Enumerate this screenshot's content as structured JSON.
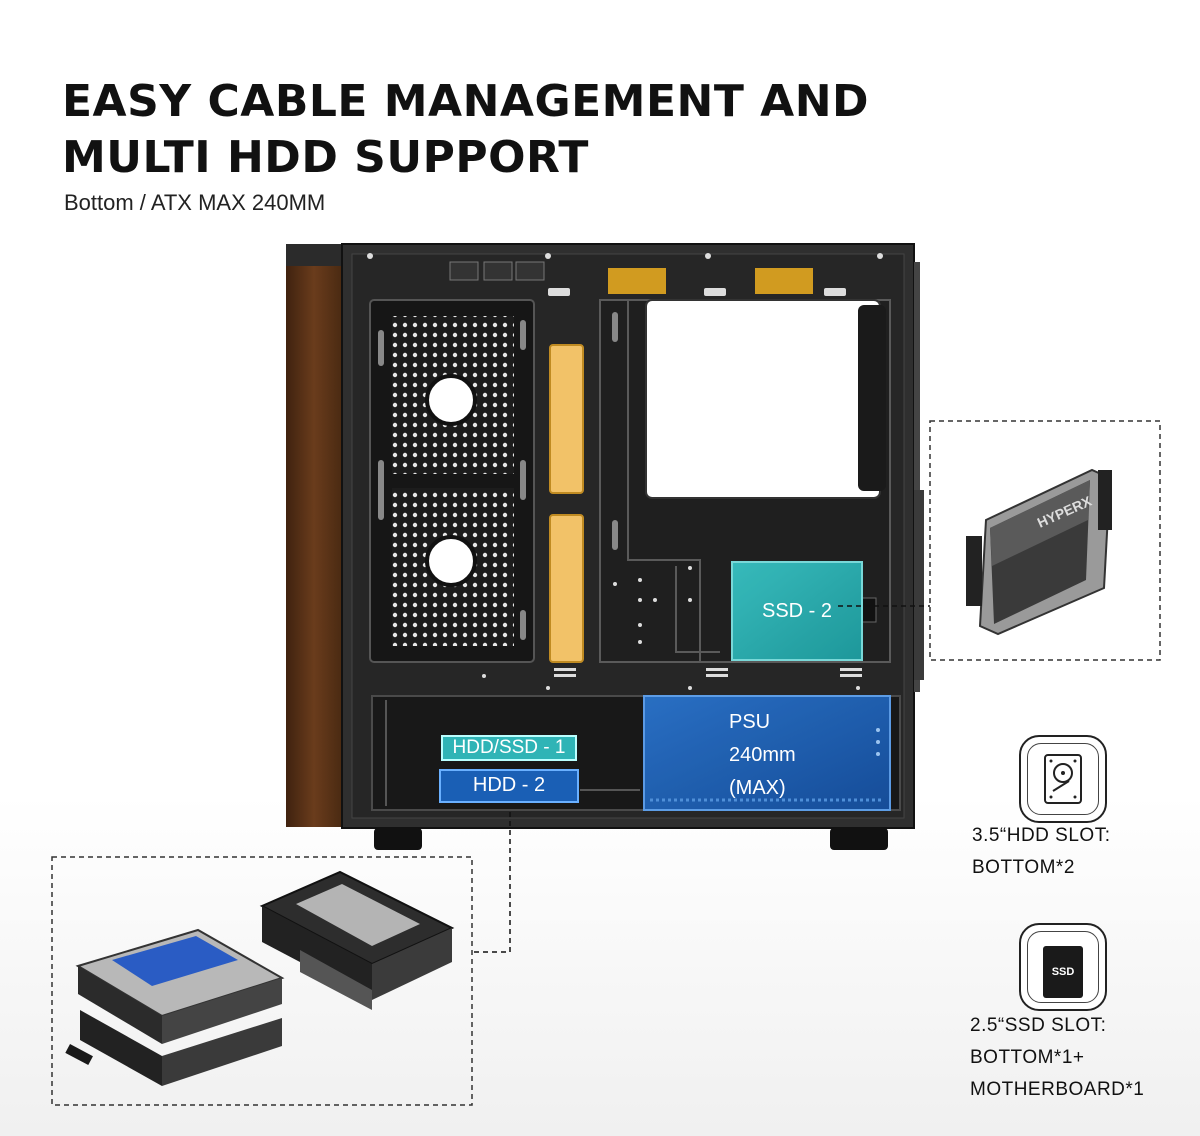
{
  "header": {
    "title_line1": "EASY CABLE MANAGEMENT AND",
    "title_line2": "MULTI HDD SUPPORT",
    "subtitle": "Bottom / ATX MAX 240MM"
  },
  "zones": {
    "ssd2": "SSD - 2",
    "hdd_ssd1": "HDD/SSD - 1",
    "hdd2": "HDD - 2",
    "psu_line1": "PSU",
    "psu_line2": "240mm",
    "psu_line3": "(MAX)"
  },
  "hdd_slot": {
    "line1": "3.5“HDD SLOT:",
    "line2": "BOTTOM*2",
    "icon": "hdd-icon"
  },
  "ssd_slot": {
    "line1": "2.5“SSD SLOT:",
    "line2": "BOTTOM*1+",
    "line3": "MOTHERBOARD*1",
    "icon_text": "SSD"
  },
  "ssd_drive_brand": "HYPERX",
  "colors": {
    "ssd_zone": "#2bb3b5",
    "hdd_zone": "#1a5fb5",
    "psu_zone": "#1e63b8",
    "orange_pad": "#f0c060",
    "case_body": "#2a2a2a",
    "wood_panel": "#5b3418"
  }
}
